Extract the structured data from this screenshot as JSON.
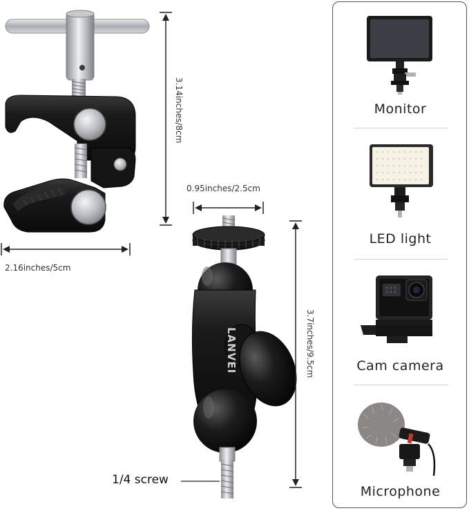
{
  "dimensions": {
    "clamp_height": "3.14inches/8cm",
    "clamp_width": "2.16inches/5cm",
    "ball_head_width": "0.95inches/2.5cm",
    "ball_head_height": "3.7inches/9.5cm"
  },
  "brand_text": "LANVEI",
  "screw_label": "1/4 screw",
  "compatible_devices": [
    {
      "label": "Monitor",
      "icon": "monitor-icon"
    },
    {
      "label": "LED light",
      "icon": "led-light-icon"
    },
    {
      "label": "Cam camera",
      "icon": "action-camera-icon"
    },
    {
      "label": "Microphone",
      "icon": "microphone-icon"
    }
  ],
  "colors": {
    "panel_border": "#4a5560",
    "metal_black": "#1b1b1b",
    "steel": "#b9bcbf"
  }
}
